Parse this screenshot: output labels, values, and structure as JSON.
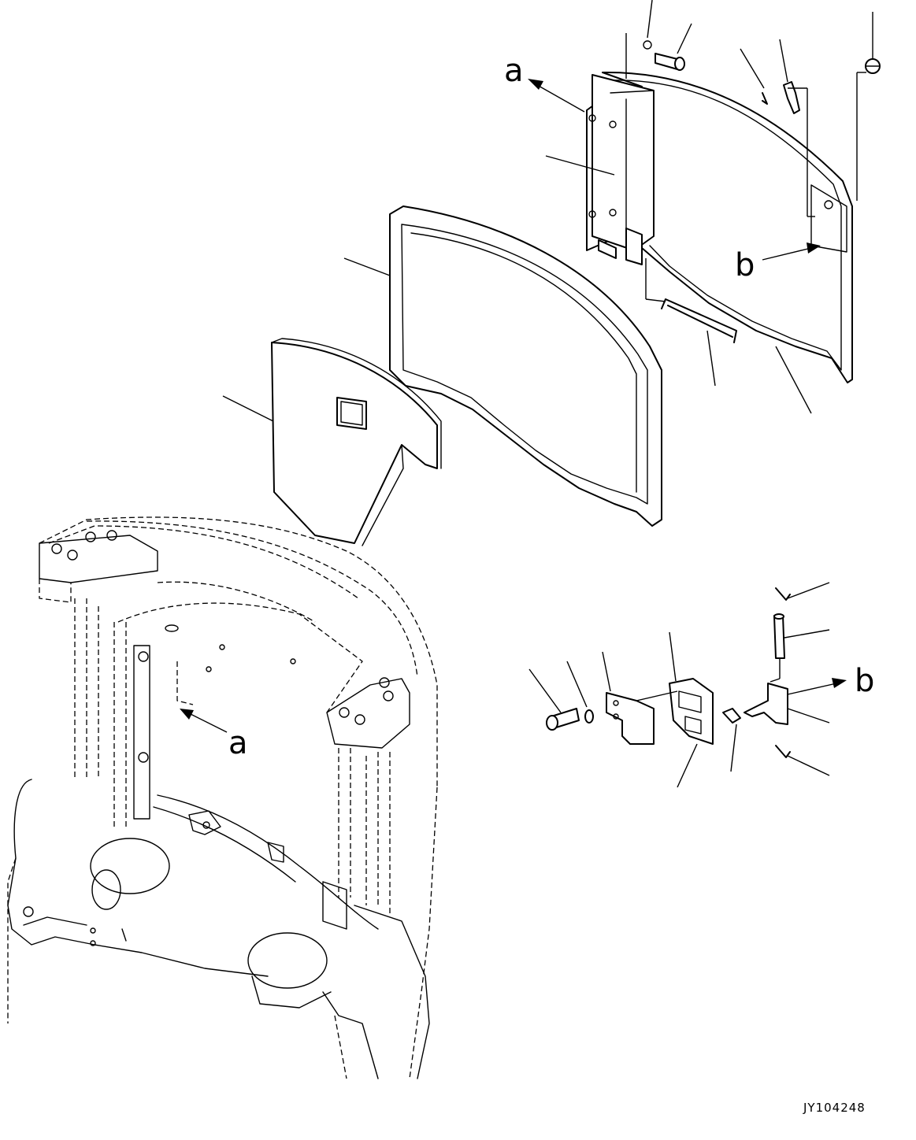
{
  "diagram": {
    "callouts": {
      "a_top": "a",
      "b_top": "b",
      "a_frame": "a",
      "b_latch": "b"
    },
    "drawing_code": "JY104248"
  }
}
